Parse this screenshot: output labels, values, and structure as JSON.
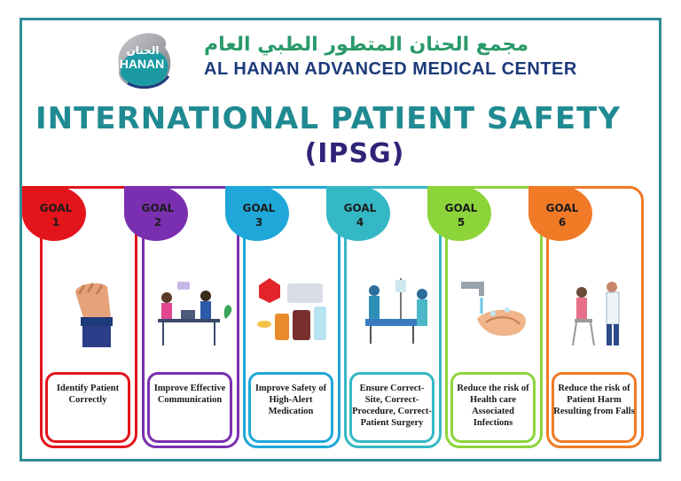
{
  "header": {
    "logo_ar": "الحنان",
    "logo_en": "HANAN",
    "center_ar": "مجمع الحنان المتطور الطبي العام",
    "center_en": "AL HANAN ADVANCED MEDICAL CENTER"
  },
  "title": "INTERNATIONAL PATIENT SAFETY",
  "subtitle": "(IPSG)",
  "goals": [
    {
      "goal": "GOAL",
      "num": "1",
      "text": "Identify Patient Correctly",
      "color": "#e3141b",
      "icon": "hand-wristband-icon"
    },
    {
      "goal": "GOAL",
      "num": "2",
      "text": "Improve Effective Communication",
      "color": "#7a2fb0",
      "icon": "communication-people-icon"
    },
    {
      "goal": "GOAL",
      "num": "3",
      "text": "Improve Safety of High-Alert Medication",
      "color": "#1ea7d8",
      "icon": "medication-icon"
    },
    {
      "goal": "GOAL",
      "num": "4",
      "text": "Ensure Correct-Site, Correct-Procedure, Correct-Patient Surgery",
      "color": "#35b8c6",
      "icon": "surgery-icon"
    },
    {
      "goal": "GOAL",
      "num": "5",
      "text": "Reduce the risk of Health care Associated Infections",
      "color": "#8cd43a",
      "icon": "hand-washing-icon"
    },
    {
      "goal": "GOAL",
      "num": "6",
      "text": "Reduce the risk of Patient Harm Resulting from Falls",
      "color": "#f07a26",
      "icon": "patient-fall-icon"
    }
  ]
}
